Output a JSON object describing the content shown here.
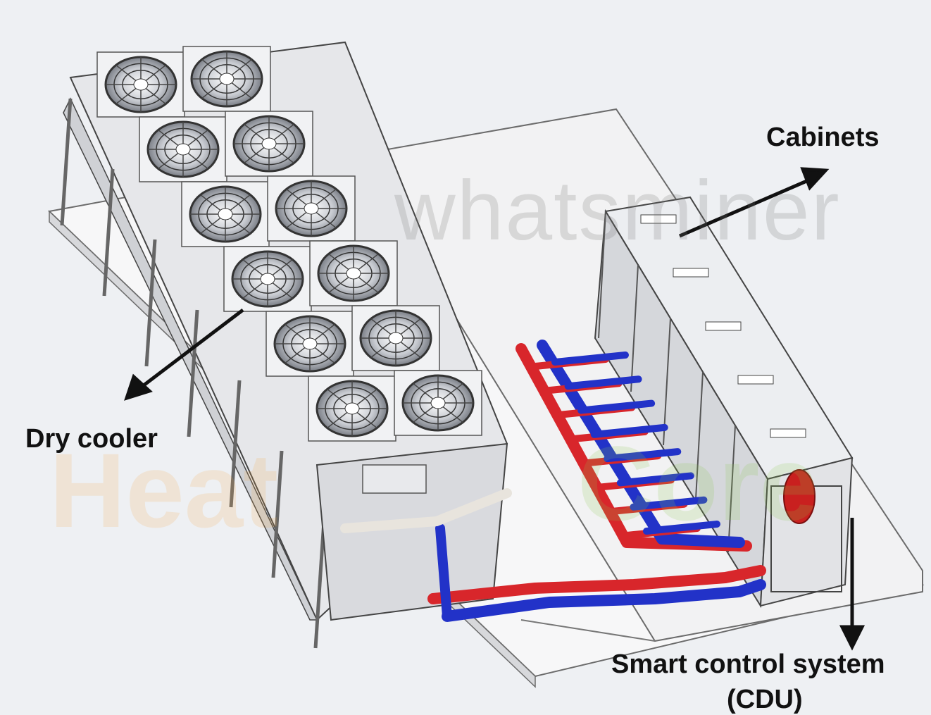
{
  "labels": {
    "cabinets": "Cabinets",
    "dry_cooler": "Dry cooler",
    "cdu_line1": "Smart control system",
    "cdu_line2": "(CDU)"
  },
  "watermark": {
    "text": "whatsminer",
    "heat": "Heat",
    "core": "Core"
  },
  "colors": {
    "background": "#eef0f3",
    "hot_pipe": "#d8262b",
    "cold_pipe": "#2232c8",
    "arrow": "#111111",
    "panel": "#f4f5f7",
    "outline": "#555555"
  },
  "fans": {
    "rows": 6,
    "cols": 2
  }
}
